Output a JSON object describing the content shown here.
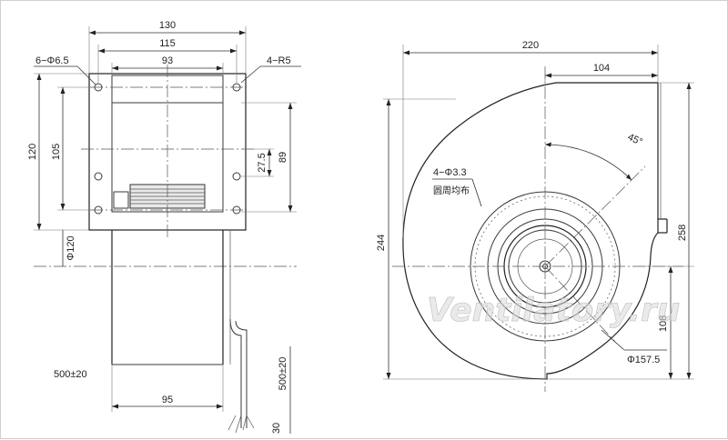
{
  "side_view": {
    "dim_width_overall": "130",
    "dim_hole_spacing_h": "115",
    "dim_outlet_width": "93",
    "label_holes": "6−Φ6.5",
    "label_radius": "4−R5",
    "dim_height_overall": "120",
    "dim_hole_spacing_v": "105",
    "dim_outlet_height": "89",
    "dim_offset": "27.5",
    "dim_housing_dia": "Φ120",
    "dim_housing_depth": "95",
    "dim_cable_left": "500±20",
    "dim_cable_right": "500±20",
    "dim_cable_end": "30"
  },
  "front_view": {
    "dim_total_width": "220",
    "dim_outlet_offset": "104",
    "dim_angle": "45°",
    "label_mount_holes": "4−Φ3.3",
    "label_mount_holes_note": "圆周均布",
    "dim_total_height": "244",
    "dim_right_height": "258",
    "dim_center_height": "108",
    "dim_impeller_dia": "Φ157.5"
  },
  "watermark": "Ventilatory.ru"
}
